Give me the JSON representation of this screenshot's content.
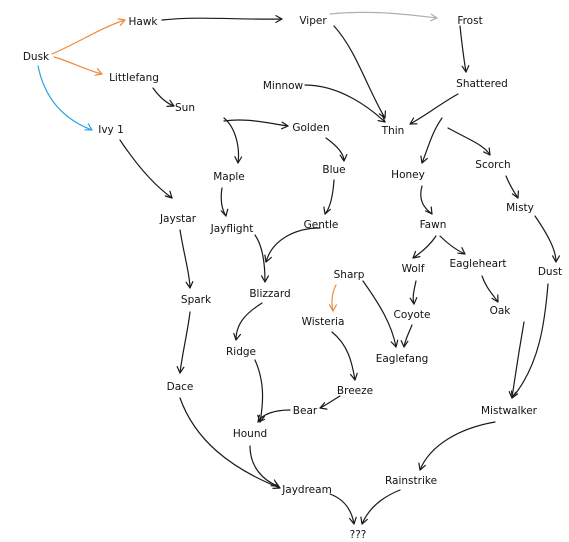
{
  "colors": {
    "ink": "#1a1a1a",
    "orange": "#f08a3c",
    "blue": "#2aa3e0",
    "gray": "#b0b0b0"
  },
  "nodes": [
    {
      "id": "dusk",
      "label": "Dusk"
    },
    {
      "id": "hawk",
      "label": "Hawk"
    },
    {
      "id": "viper",
      "label": "Viper"
    },
    {
      "id": "frost",
      "label": "Frost"
    },
    {
      "id": "littlefang",
      "label": "Littlefang"
    },
    {
      "id": "minnow",
      "label": "Minnow"
    },
    {
      "id": "shattered",
      "label": "Shattered"
    },
    {
      "id": "sun",
      "label": "Sun"
    },
    {
      "id": "ivy1",
      "label": "Ivy 1"
    },
    {
      "id": "golden",
      "label": "Golden"
    },
    {
      "id": "thin",
      "label": "Thin"
    },
    {
      "id": "scorch",
      "label": "Scorch"
    },
    {
      "id": "maple",
      "label": "Maple"
    },
    {
      "id": "blue",
      "label": "Blue"
    },
    {
      "id": "honey",
      "label": "Honey"
    },
    {
      "id": "misty",
      "label": "Misty"
    },
    {
      "id": "jaystar",
      "label": "Jaystar"
    },
    {
      "id": "jayflight",
      "label": "Jayflight"
    },
    {
      "id": "gentle",
      "label": "Gentle"
    },
    {
      "id": "fawn",
      "label": "Fawn"
    },
    {
      "id": "wolf",
      "label": "Wolf"
    },
    {
      "id": "eagleheart",
      "label": "Eagleheart"
    },
    {
      "id": "dust",
      "label": "Dust"
    },
    {
      "id": "sharp",
      "label": "Sharp"
    },
    {
      "id": "spark",
      "label": "Spark"
    },
    {
      "id": "blizzard",
      "label": "Blizzard"
    },
    {
      "id": "coyote",
      "label": "Coyote"
    },
    {
      "id": "oak",
      "label": "Oak"
    },
    {
      "id": "wisteria",
      "label": "Wisteria"
    },
    {
      "id": "ridge",
      "label": "Ridge"
    },
    {
      "id": "eaglefang",
      "label": "Eaglefang"
    },
    {
      "id": "dace",
      "label": "Dace"
    },
    {
      "id": "breeze",
      "label": "Breeze"
    },
    {
      "id": "bear",
      "label": "Bear"
    },
    {
      "id": "mistwalker",
      "label": "Mistwalker"
    },
    {
      "id": "hound",
      "label": "Hound"
    },
    {
      "id": "rainstrike",
      "label": "Rainstrike"
    },
    {
      "id": "jaydream",
      "label": "Jaydream"
    },
    {
      "id": "unknown",
      "label": "???"
    }
  ],
  "edges": [
    {
      "from": "dusk",
      "to": "hawk",
      "color": "orange"
    },
    {
      "from": "dusk",
      "to": "littlefang",
      "color": "orange"
    },
    {
      "from": "dusk",
      "to": "ivy1",
      "color": "blue"
    },
    {
      "from": "hawk",
      "to": "viper",
      "color": "ink"
    },
    {
      "from": "viper",
      "to": "frost",
      "color": "gray"
    },
    {
      "from": "viper",
      "to": "thin",
      "color": "ink"
    },
    {
      "from": "frost",
      "to": "shattered",
      "color": "ink"
    },
    {
      "from": "littlefang",
      "to": "sun",
      "color": "ink"
    },
    {
      "from": "minnow",
      "to": "thin",
      "color": "ink"
    },
    {
      "from": "sun",
      "to": "golden",
      "color": "ink"
    },
    {
      "from": "sun",
      "to": "maple",
      "color": "ink"
    },
    {
      "from": "shattered",
      "to": "thin",
      "color": "ink"
    },
    {
      "from": "shattered",
      "to": "honey",
      "color": "ink"
    },
    {
      "from": "shattered",
      "to": "scorch",
      "color": "ink"
    },
    {
      "from": "golden",
      "to": "blue",
      "color": "ink"
    },
    {
      "from": "ivy1",
      "to": "jaystar",
      "color": "ink"
    },
    {
      "from": "maple",
      "to": "jayflight",
      "color": "ink"
    },
    {
      "from": "blue",
      "to": "gentle",
      "color": "ink"
    },
    {
      "from": "honey",
      "to": "fawn",
      "color": "ink"
    },
    {
      "from": "scorch",
      "to": "misty",
      "color": "ink"
    },
    {
      "from": "misty",
      "to": "dust",
      "color": "ink"
    },
    {
      "from": "fawn",
      "to": "wolf",
      "color": "ink"
    },
    {
      "from": "fawn",
      "to": "eagleheart",
      "color": "ink"
    },
    {
      "from": "jaystar",
      "to": "spark",
      "color": "ink"
    },
    {
      "from": "jayflight",
      "to": "blizzard",
      "color": "ink"
    },
    {
      "from": "gentle",
      "to": "blizzard",
      "color": "ink"
    },
    {
      "from": "wolf",
      "to": "coyote",
      "color": "ink"
    },
    {
      "from": "eagleheart",
      "to": "oak",
      "color": "ink"
    },
    {
      "from": "sharp",
      "to": "wisteria",
      "color": "orange"
    },
    {
      "from": "sharp",
      "to": "eaglefang",
      "color": "ink"
    },
    {
      "from": "blizzard",
      "to": "ridge",
      "color": "ink"
    },
    {
      "from": "coyote",
      "to": "eaglefang",
      "color": "ink"
    },
    {
      "from": "wisteria",
      "to": "breeze",
      "color": "ink"
    },
    {
      "from": "spark",
      "to": "dace",
      "color": "ink"
    },
    {
      "from": "breeze",
      "to": "bear",
      "color": "ink"
    },
    {
      "from": "oak",
      "to": "mistwalker",
      "color": "ink"
    },
    {
      "from": "dust",
      "to": "mistwalker",
      "color": "ink"
    },
    {
      "from": "ridge",
      "to": "hound",
      "color": "ink"
    },
    {
      "from": "bear",
      "to": "hound",
      "color": "ink"
    },
    {
      "from": "dace",
      "to": "jaydream",
      "color": "ink"
    },
    {
      "from": "hound",
      "to": "jaydream",
      "color": "ink"
    },
    {
      "from": "mistwalker",
      "to": "rainstrike",
      "color": "ink"
    },
    {
      "from": "jaydream",
      "to": "unknown",
      "color": "ink"
    },
    {
      "from": "rainstrike",
      "to": "unknown",
      "color": "ink"
    }
  ]
}
